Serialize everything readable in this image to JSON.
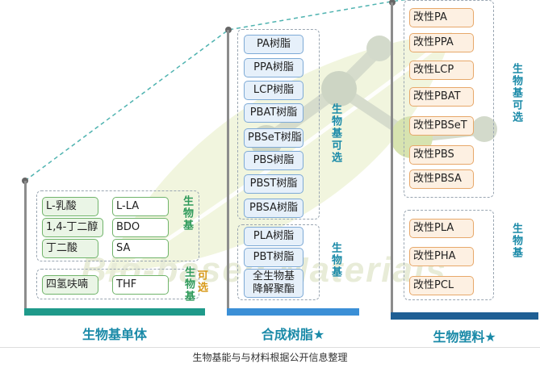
{
  "watermark": "Bio-based Materials",
  "columns": {
    "monomer": {
      "title": "生物基单体",
      "bio_label": "生物基",
      "optional_label": {
        "top": "可选",
        "main": "生物基"
      },
      "rows": [
        {
          "name": "L-乳酸",
          "code": "L-LA"
        },
        {
          "name": "1,4-丁二醇",
          "code": "BDO"
        },
        {
          "name": "丁二酸",
          "code": "SA"
        }
      ],
      "optional_row": {
        "name": "四氢呋喃",
        "code": "THF"
      }
    },
    "resin": {
      "title": "合成树脂",
      "star": "★",
      "optional_label": "生物基可选",
      "bio_label": "生物基",
      "optional_items": [
        "PA树脂",
        "PPA树脂",
        "LCP树脂",
        "PBAT树脂",
        "PBSeT树脂",
        "PBS树脂",
        "PBST树脂",
        "PBSA树脂"
      ],
      "bio_items": [
        "PLA树脂",
        "PBT树脂"
      ],
      "bio_multiline": [
        "全生物基",
        "降解聚酯"
      ]
    },
    "plastic": {
      "title": "生物塑料",
      "star": "★",
      "optional_label": "生物基可选",
      "bio_label": "生物基",
      "optional_items": [
        "改性PA",
        "改性PPA",
        "改性LCP",
        "改性PBAT",
        "改性PBSeT",
        "改性PBS",
        "改性PBSA"
      ],
      "bio_items": [
        "改性PLA",
        "改性PHA",
        "改性PCL"
      ]
    }
  },
  "caption": "生物基能与与材料根据公开信息整理",
  "colors": {
    "bar_green": "#1f9a8a",
    "bar_blue": "#3b8fd6",
    "bar_navy": "#1f5f94",
    "title": "#1a8aa8",
    "bio_text": "#2f9a5a",
    "accent": "#d89a1a"
  }
}
